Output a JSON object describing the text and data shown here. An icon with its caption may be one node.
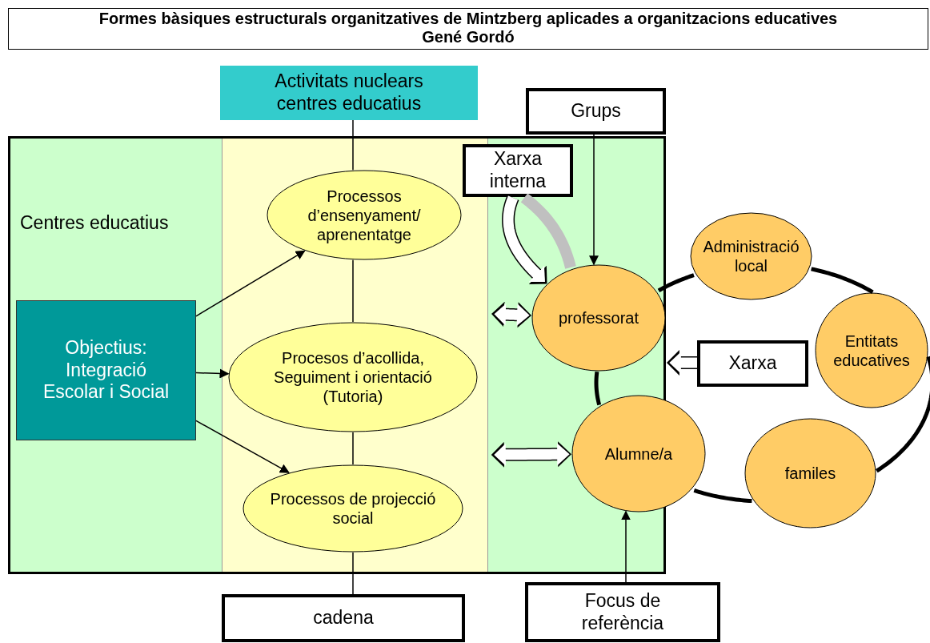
{
  "diagram": {
    "title": "Formes bàsiques estructurals organitzatives de Mintzberg aplicades a  organitzacions educatives",
    "labels": [
      "Gené Gordó"
    ],
    "nodes": [
      {
        "text": [
          "Activitats nuclears centres educatius"
        ]
      },
      {
        "text": [
          "Centres educatius"
        ]
      },
      {
        "text": [
          "Objectius: Integració Escolar i Social"
        ],
        "in": 1
      },
      {
        "text": [
          "Processos d’ensenyament/ aprenentatge"
        ],
        "in": 1
      },
      {
        "text": [
          "Procesos d’acollida, Seguiment i orientació (Tutoria)"
        ],
        "in": 1
      },
      {
        "text": [
          "Processos de projecció social"
        ],
        "in": 1
      },
      {
        "text": [
          "Grups"
        ]
      },
      {
        "text": [
          "Xarxa interna"
        ],
        "in": 1
      },
      {
        "text": [
          "professorat"
        ],
        "in": 1
      },
      {
        "text": [
          "Alumne/a"
        ]
      },
      {
        "text": [
          "Administració local"
        ]
      },
      {
        "text": [
          "Entitats educatives"
        ]
      },
      {
        "text": [
          "familes"
        ]
      },
      {
        "text": [
          "Xarxa"
        ]
      },
      {
        "text": [
          "cadena"
        ]
      },
      {
        "text": [
          "Focus de referència"
        ]
      }
    ],
    "edges": [
      {
        "from": 0,
        "to": 3,
        "arrow": "none"
      },
      {
        "from": 3,
        "to": 4,
        "arrow": "none"
      },
      {
        "from": 4,
        "to": 5,
        "arrow": "none"
      },
      {
        "from": 5,
        "to": 14,
        "arrow": "none"
      },
      {
        "from": 2,
        "to": 3,
        "arrow": "to"
      },
      {
        "from": 2,
        "to": 4,
        "arrow": "to"
      },
      {
        "from": 2,
        "to": 5,
        "arrow": "to"
      },
      {
        "from": 6,
        "to": 8,
        "arrow": "to"
      },
      {
        "from": 7,
        "to": 8,
        "arrow": "none",
        "style": "thick",
        "color": "#c0c0c0"
      },
      {
        "from": 7,
        "to": 8,
        "arrow": "to",
        "style": "thick"
      },
      {
        "from": 8,
        "to": null,
        "arrow": "both",
        "style": "thick"
      },
      {
        "from": 9,
        "to": null,
        "arrow": "both",
        "style": "thick"
      },
      {
        "from": 13,
        "to": 1,
        "arrow": "to",
        "style": "thick"
      },
      {
        "from": 15,
        "to": 9,
        "arrow": "to"
      },
      {
        "from": 8,
        "to": 10,
        "arrow": "none"
      },
      {
        "from": 10,
        "to": 11,
        "arrow": "none"
      },
      {
        "from": 11,
        "to": 12,
        "arrow": "none"
      },
      {
        "from": 12,
        "to": 9,
        "arrow": "none"
      },
      {
        "from": 9,
        "to": 8,
        "arrow": "none"
      }
    ]
  }
}
